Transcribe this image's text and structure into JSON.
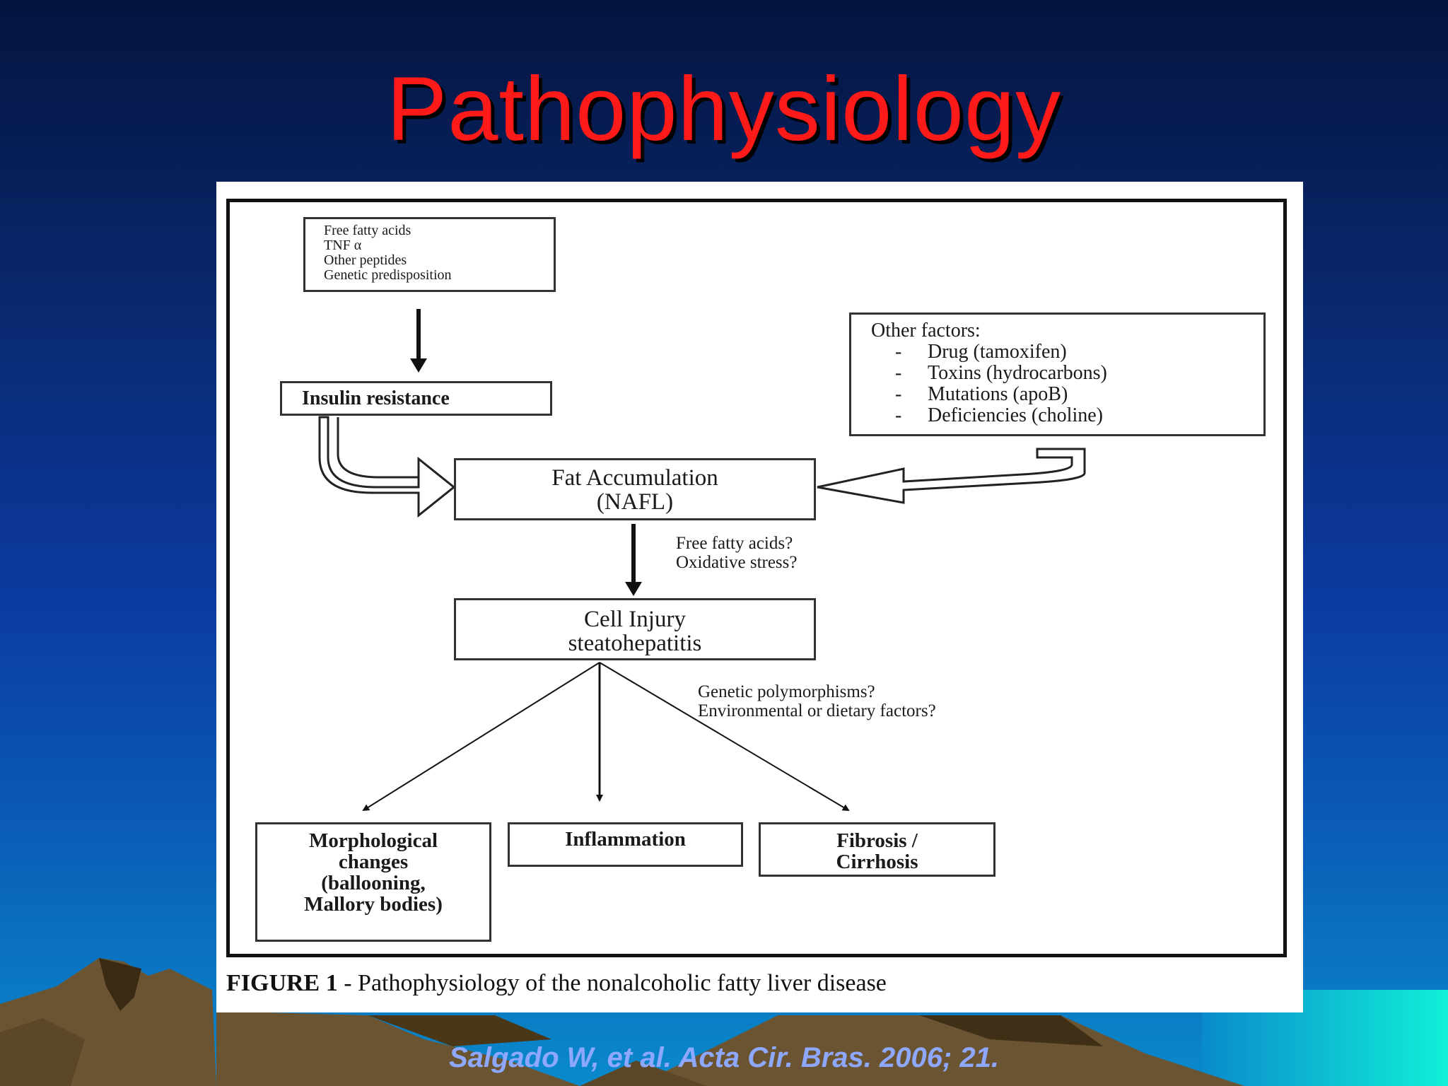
{
  "slide": {
    "title": "Pathophysiology",
    "citation": "Salgado W, et al. Acta Cir. Bras. 2006; 21."
  },
  "figure": {
    "box_triggers": [
      "Free fatty acids",
      "TNF α",
      "Other peptides",
      "Genetic predisposition"
    ],
    "insulin_resistance": "Insulin resistance",
    "other_factors": {
      "heading": "Other factors:",
      "items": [
        {
          "dash": "-",
          "text": "Drug (tamoxifen)"
        },
        {
          "dash": "-",
          "text": "Toxins (hydrocarbons)"
        },
        {
          "dash": "-",
          "text": "Mutations (apoB)"
        },
        {
          "dash": "-",
          "text": "Deficiencies (choline)"
        }
      ]
    },
    "fat_accumulation": [
      "Fat Accumulation",
      "(NAFL)"
    ],
    "note_oxidative": [
      "Free fatty acids?",
      "Oxidative stress?"
    ],
    "cell_injury": [
      "Cell Injury",
      "steatohepatitis"
    ],
    "note_genetic": [
      "Genetic polymorphisms?",
      "Environmental or dietary factors?"
    ],
    "morphological": [
      "Morphological",
      "changes",
      "(ballooning,",
      "Mallory bodies)"
    ],
    "inflammation": "Inflammation",
    "fibrosis": [
      "Fibrosis /",
      "Cirrhosis"
    ],
    "caption_label": "FIGURE 1",
    "caption_text": " - Pathophysiology of the nonalcoholic fatty liver disease"
  }
}
